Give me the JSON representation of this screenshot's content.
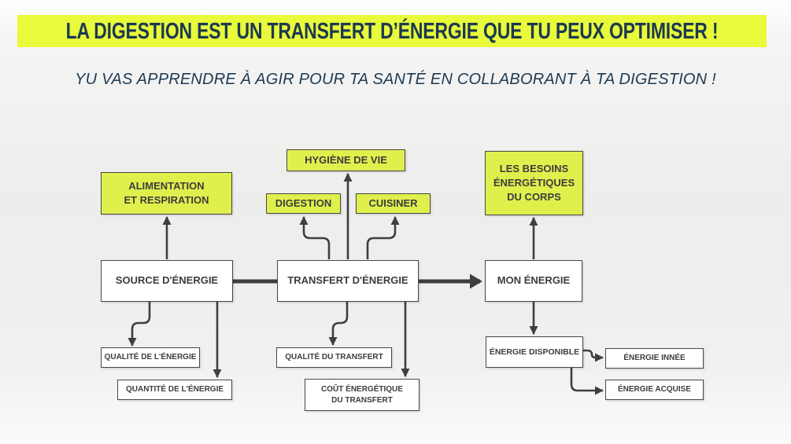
{
  "header": {
    "title": "LA DIGESTION EST UN TRANSFERT D’ÉNERGIE QUE TU PEUX OPTIMISER !",
    "subtitle": "YU VAS APPRENDRE À AGIR POUR TA SANTÉ EN COLLABORANT À TA DIGESTION !"
  },
  "colors": {
    "banner_highlight": "#e9fa3a",
    "node_yellow": "#dff04d",
    "title_navy": "#1c3951",
    "node_text": "#3d3d3d",
    "node_border": "#474747",
    "arrow": "#3f3f3f"
  },
  "diagram": {
    "nodes": {
      "alimentation": {
        "label": "ALIMENTATION\nET RESPIRATION",
        "style": "yellow"
      },
      "hygiene": {
        "label": "HYGIÈNE DE VIE",
        "style": "yellow"
      },
      "digestion": {
        "label": "DIGESTION",
        "style": "yellow"
      },
      "cuisiner": {
        "label": "CUISINER",
        "style": "yellow"
      },
      "besoins": {
        "label": "LES BESOINS\nÉNERGÉTIQUES\nDU CORPS",
        "style": "yellow"
      },
      "source": {
        "label": "SOURCE D'ÉNERGIE",
        "style": "white"
      },
      "transfert": {
        "label": "TRANSFERT D'ÉNERGIE",
        "style": "white"
      },
      "mon_energie": {
        "label": "MON ÉNERGIE",
        "style": "white"
      },
      "qualite_energie": {
        "label": "QUALITÉ DE L'ÉNERGIE",
        "style": "white-small"
      },
      "quantite_energie": {
        "label": "QUANTITÉ DE L'ÉNERGIE",
        "style": "white-small"
      },
      "qualite_transfert": {
        "label": "QUALITÉ DU TRANSFERT",
        "style": "white-small"
      },
      "cout_transfert": {
        "label": "COÛT ÉNERGÉTIQUE\nDU TRANSFERT",
        "style": "white-small"
      },
      "energie_disponible": {
        "label": "ÉNERGIE DISPONIBLE",
        "style": "white-small"
      },
      "energie_innee": {
        "label": "ÉNERGIE INNÉE",
        "style": "white-small"
      },
      "energie_acquise": {
        "label": "ÉNERGIE ACQUISE",
        "style": "white-small"
      }
    },
    "edges": [
      {
        "from": "source",
        "to": "alimentation"
      },
      {
        "from": "source",
        "to": "transfert"
      },
      {
        "from": "source",
        "to": "qualite_energie"
      },
      {
        "from": "source",
        "to": "quantite_energie"
      },
      {
        "from": "transfert",
        "to": "hygiene"
      },
      {
        "from": "transfert",
        "to": "digestion"
      },
      {
        "from": "transfert",
        "to": "cuisiner"
      },
      {
        "from": "transfert",
        "to": "mon_energie"
      },
      {
        "from": "transfert",
        "to": "qualite_transfert"
      },
      {
        "from": "transfert",
        "to": "cout_transfert"
      },
      {
        "from": "mon_energie",
        "to": "besoins"
      },
      {
        "from": "mon_energie",
        "to": "energie_disponible"
      },
      {
        "from": "energie_disponible",
        "to": "energie_innee"
      },
      {
        "from": "energie_disponible",
        "to": "energie_acquise"
      }
    ]
  }
}
